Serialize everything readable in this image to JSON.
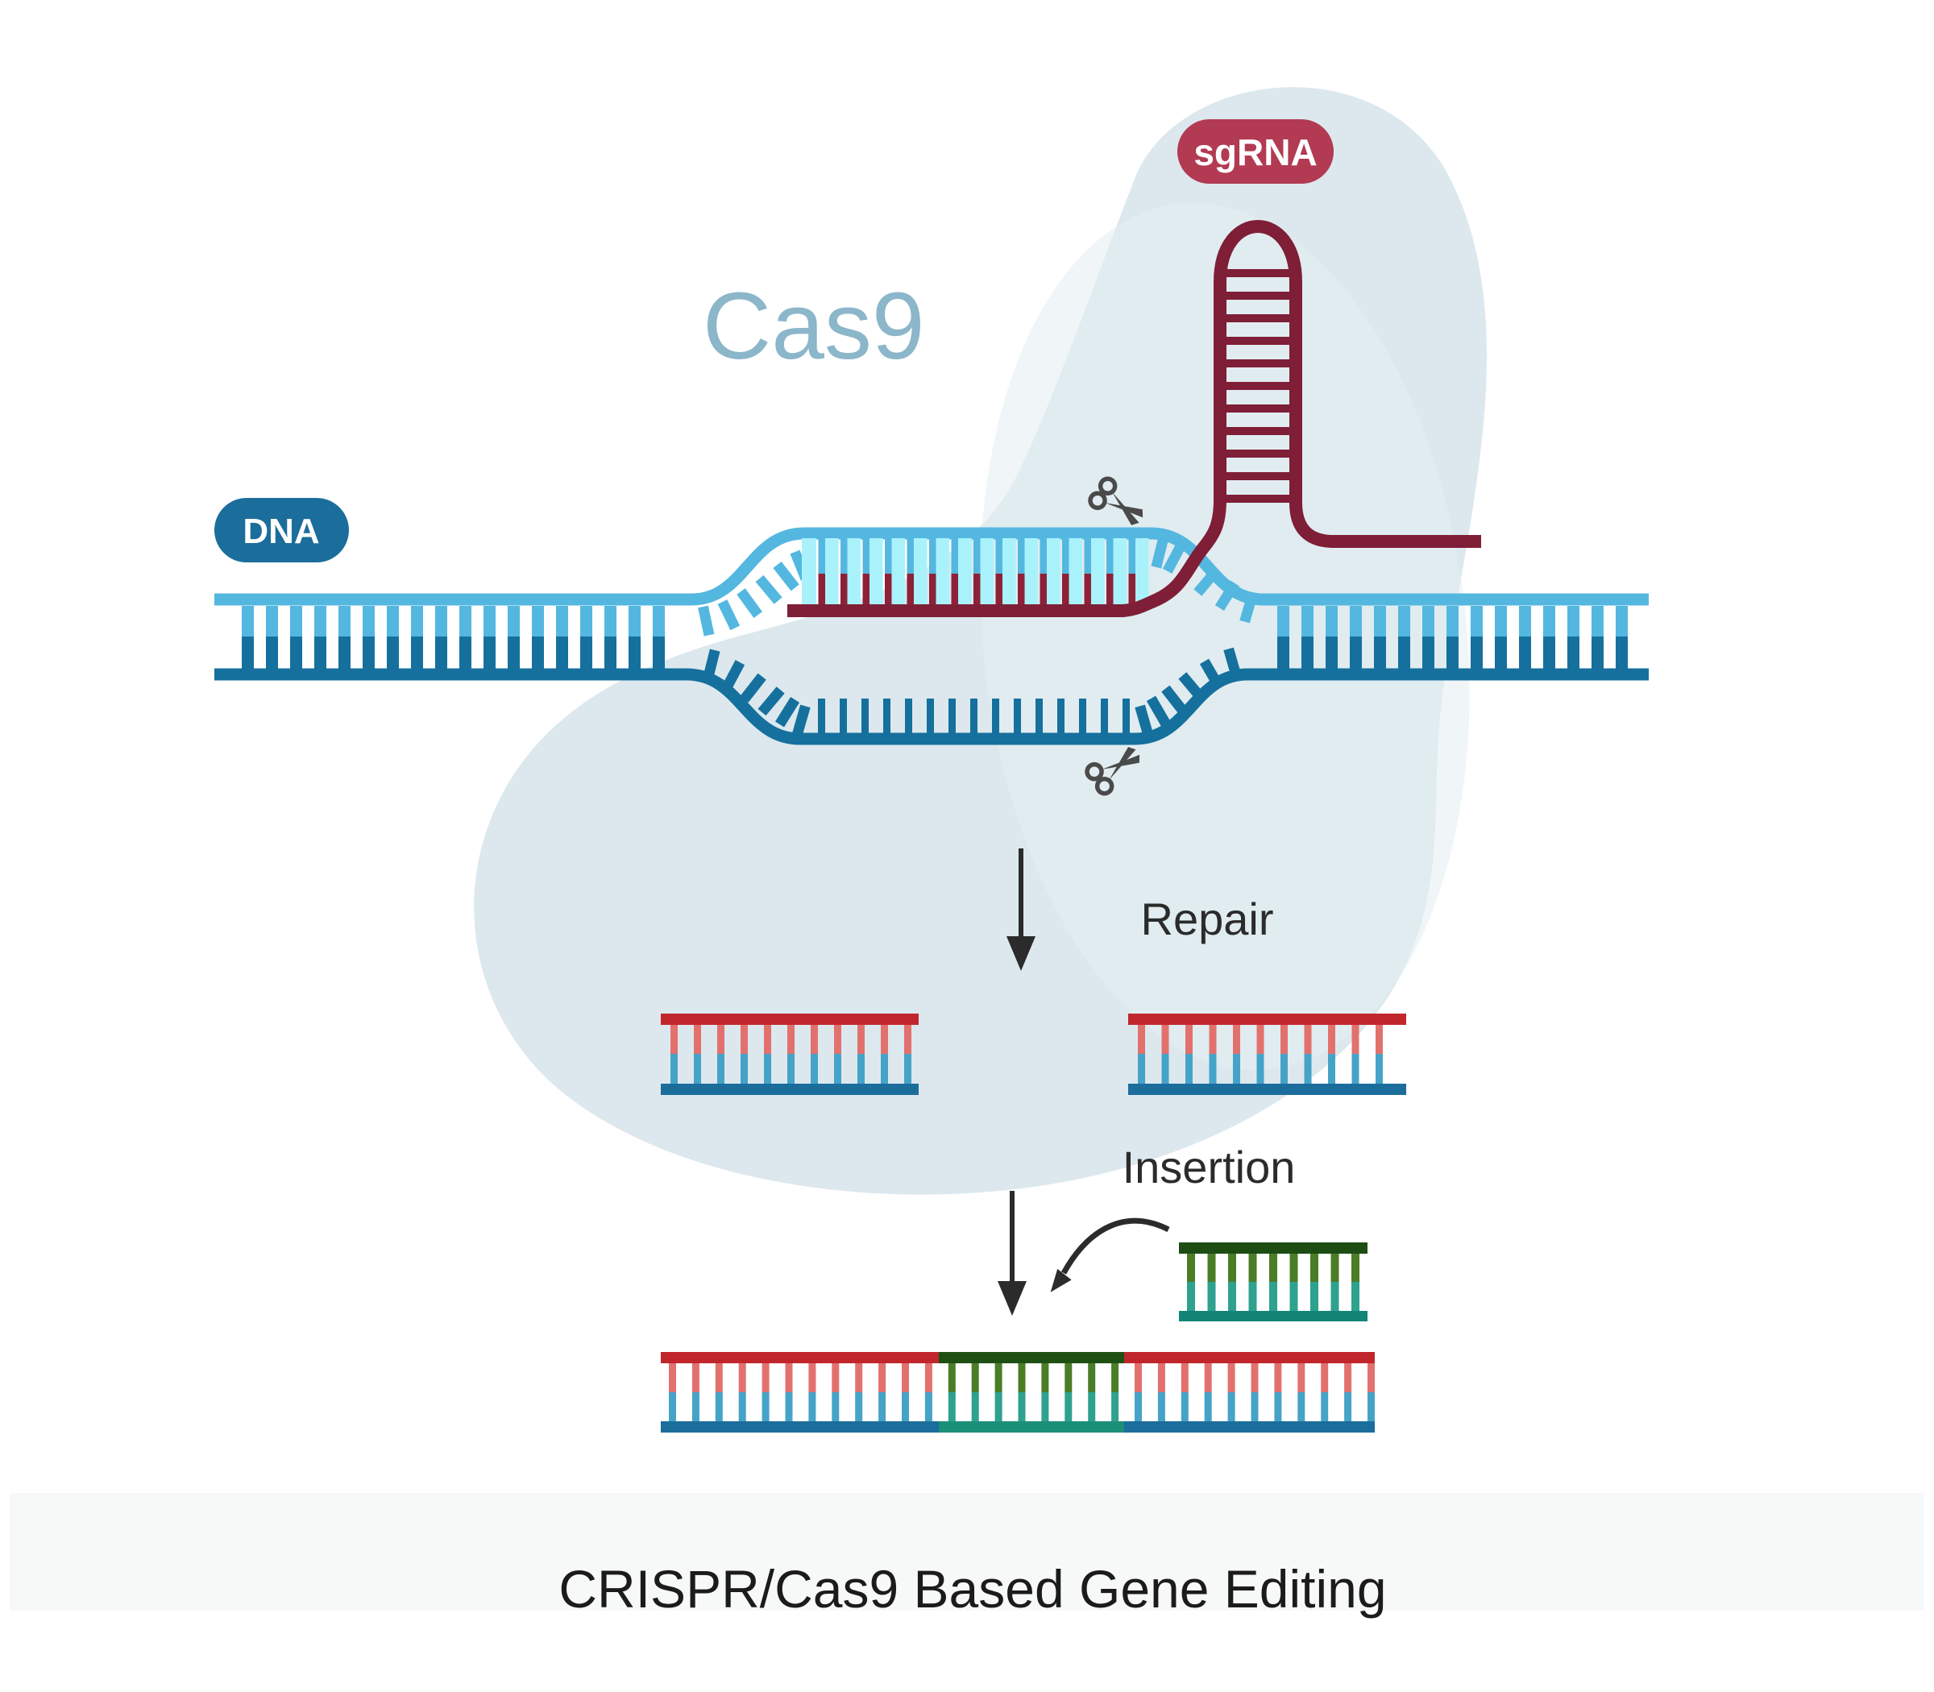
{
  "diagram": {
    "title": "CRISPR/Cas9 Based Gene Editing",
    "labels": {
      "protein": "Cas9",
      "guide_rna": "sgRNA",
      "dna": "DNA",
      "repair_step": "Repair",
      "insertion_step": "Insertion"
    },
    "colors": {
      "blob": "#dce8ee",
      "blob_inner": "#e4eef3",
      "protein_label": "#8cb6ca",
      "guide_pill": "#b23a52",
      "pill_text": "#ffffff",
      "rna": "#7f1e37",
      "rna_rung": "#8c2138",
      "strand_top": "#54b7e0",
      "strand_bottom": "#15709e",
      "pair_cyan": "#aaf2fb",
      "dna_pill": "#1b6d9c",
      "scissors": "#4a4a4a",
      "arrow": "#2b2b2b",
      "step_text": "#2b2b2b",
      "frag_top": "#c1262d",
      "frag_rung_top": "#e2716e",
      "frag_rung_bottom": "#45a3c8",
      "frag_bottom": "#1b6d9c",
      "insert_top": "#1e4d14",
      "insert_rung_top": "#4a7d26",
      "insert_rung_bottom": "#2ea18f",
      "insert_bottom": "#128577",
      "edit_top": "#1e5014",
      "edit_bottom": "#1b8f77",
      "footer_band": "#f7f8f8",
      "title_text": "#1b1b1b"
    }
  }
}
